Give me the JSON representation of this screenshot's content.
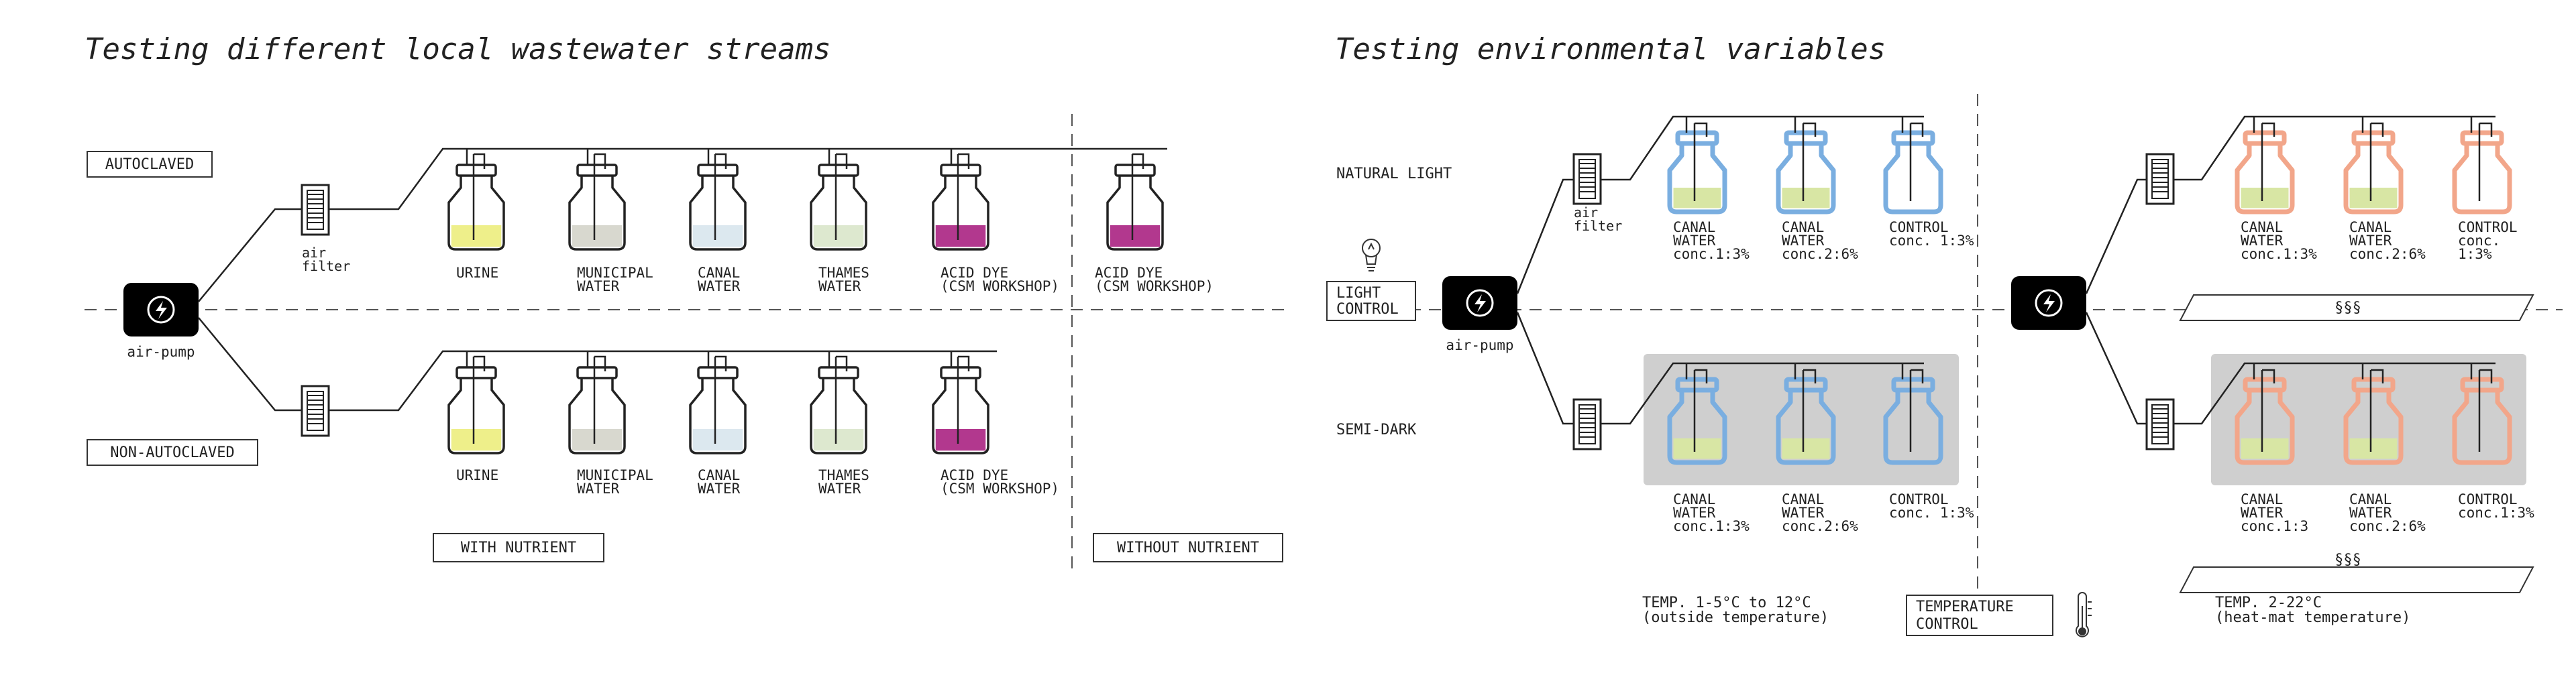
{
  "titles": {
    "left": "Testing different local wastewater streams",
    "right": "Testing environmental variables"
  },
  "left": {
    "autoclaved": "AUTOCLAVED",
    "non_autoclaved": "NON-AUTOCLAVED",
    "air_filter": [
      "air",
      "filter"
    ],
    "air_pump": "air-pump",
    "with_nutrient": "WITH NUTRIENT",
    "without_nutrient": "WITHOUT NUTRIENT",
    "top_jars": [
      {
        "lines": [
          "URINE"
        ],
        "color": "#eeef8a"
      },
      {
        "lines": [
          "MUNICIPAL",
          "WATER"
        ],
        "color": "#d8d8cf"
      },
      {
        "lines": [
          "CANAL",
          "WATER"
        ],
        "color": "#dce8ef"
      },
      {
        "lines": [
          "THAMES",
          "WATER"
        ],
        "color": "#dde8cf"
      },
      {
        "lines": [
          "ACID DYE",
          "(CSM WORKSHOP)"
        ],
        "color": "#b2388e"
      }
    ],
    "top_extra_jar": {
      "lines": [
        "ACID DYE",
        "(CSM WORKSHOP)"
      ],
      "color": "#b2388e"
    },
    "bottom_jars": [
      {
        "lines": [
          "URINE"
        ],
        "color": "#eeef8a"
      },
      {
        "lines": [
          "MUNICIPAL",
          "WATER"
        ],
        "color": "#d8d8cf"
      },
      {
        "lines": [
          "CANAL",
          "WATER"
        ],
        "color": "#dce8ef"
      },
      {
        "lines": [
          "THAMES",
          "WATER"
        ],
        "color": "#dde8cf"
      },
      {
        "lines": [
          "ACID DYE",
          "(CSM WORKSHOP)"
        ],
        "color": "#b2388e"
      }
    ]
  },
  "right": {
    "natural_light": "NATURAL LIGHT",
    "semi_dark": "SEMI-DARK",
    "light_control": [
      "LIGHT",
      "CONTROL"
    ],
    "air_filter": [
      "air",
      "filter"
    ],
    "air_pump": "air-pump",
    "temperature_control": [
      "TEMPERATURE",
      "CONTROL"
    ],
    "temp_left": [
      "TEMP. 1-5°C to 12°C",
      "(outside temperature)"
    ],
    "temp_right": [
      "TEMP. 2-22°C",
      "(heat-mat temperature)"
    ],
    "blue_outline": "#7aaee0",
    "salmon_outline": "#f2a68a",
    "liquid_color": "#d8e6a4",
    "shade_color": "#cfcfcf",
    "blue_top_labels": [
      [
        "CANAL",
        "WATER",
        "conc.1:3%"
      ],
      [
        "CANAL",
        "WATER",
        "conc.2:6%"
      ],
      [
        "CONTROL",
        "conc. 1:3%"
      ]
    ],
    "blue_bottom_labels": [
      [
        "CANAL",
        "WATER",
        "conc.1:3%"
      ],
      [
        "CANAL",
        "WATER",
        "conc.2:6%"
      ],
      [
        "CONTROL",
        "conc. 1:3%"
      ]
    ],
    "salmon_top_labels": [
      [
        "CANAL",
        "WATER",
        "conc.1:3%"
      ],
      [
        "CANAL",
        "WATER",
        "conc.2:6%"
      ],
      [
        "CONTROL",
        "conc.",
        "1:3%"
      ]
    ],
    "salmon_bottom_labels": [
      [
        "CANAL",
        "WATER",
        "conc.1:3"
      ],
      [
        "CANAL",
        "WATER",
        "conc.2:6%"
      ],
      [
        "CONTROL",
        "conc.1:3%"
      ]
    ],
    "heat_symbol": "§§§"
  }
}
